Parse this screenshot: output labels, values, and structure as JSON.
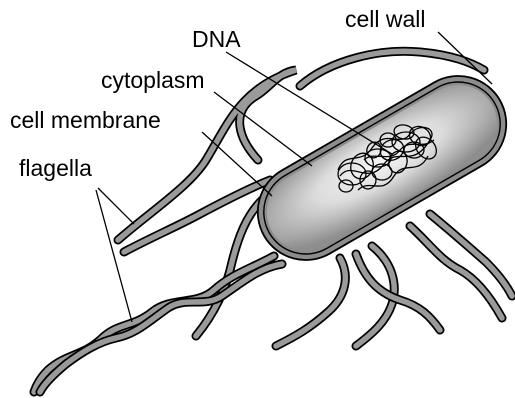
{
  "labels": {
    "cell_wall": "cell wall",
    "dna": "DNA",
    "cytoplasm": "cytoplasm",
    "cell_membrane": "cell membrane",
    "flagella": "flagella"
  },
  "colors": {
    "flagella_fill": "#9a9a9a",
    "wall_fill": "#8c8c8c",
    "cytoplasm_light": "#f4f4f4",
    "cytoplasm_dark": "#8e8e8e",
    "outline": "#000000"
  }
}
